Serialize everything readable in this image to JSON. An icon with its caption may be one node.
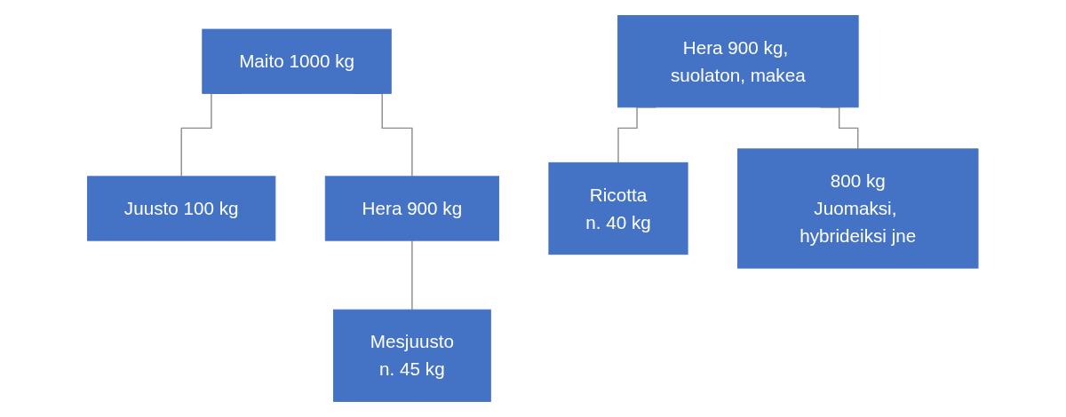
{
  "diagram": {
    "nodes": [
      {
        "text": [
          "Maito 1000 kg"
        ]
      },
      {
        "text": [
          "Juusto 100 kg"
        ]
      },
      {
        "text": [
          "Hera 900 kg"
        ]
      },
      {
        "text": [
          "Mesjuusto",
          "n. 45 kg"
        ]
      },
      {
        "text": [
          "Hera 900 kg, suolaton, makea"
        ]
      },
      {
        "text": [
          "Ricotta",
          "n. 40 kg"
        ]
      },
      {
        "text": [
          "800 kg",
          "Juomaksi, hybrideiksi jne"
        ]
      }
    ],
    "edges": [
      {
        "from": 0,
        "to": 1,
        "arrow": "none"
      },
      {
        "from": 0,
        "to": 2,
        "arrow": "none"
      },
      {
        "from": 2,
        "to": 3,
        "arrow": "none"
      },
      {
        "from": 4,
        "to": 5,
        "arrow": "none"
      },
      {
        "from": 4,
        "to": 6,
        "arrow": "none"
      }
    ]
  }
}
